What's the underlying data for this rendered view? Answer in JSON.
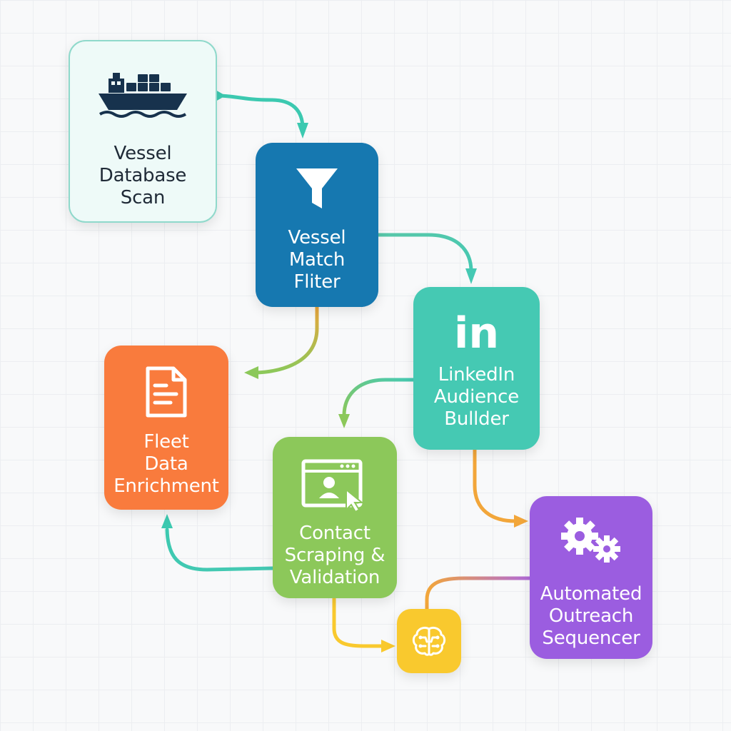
{
  "nodes": {
    "scan": {
      "label": "Vessel\nDatabase\nScan",
      "icon": "cargo-ship-icon",
      "color": "#eefaf8"
    },
    "filter": {
      "label": "Vessel\nMatch\nFliter",
      "icon": "funnel-icon",
      "color": "#1678b0"
    },
    "linkedin": {
      "label": "LinkedIn\nAudience\nBullder",
      "icon_text": "in",
      "icon": "linkedin-icon",
      "color": "#45c9b3"
    },
    "fleet": {
      "label": "Fleet\nData\nEnrichment",
      "icon": "document-icon",
      "color": "#f97b3d"
    },
    "contact": {
      "label": "Contact\nScraping &\nValidation",
      "icon": "browser-user-cursor-icon",
      "color": "#8cc85a"
    },
    "outreach": {
      "label": "Automated\nOutreach\nSequencer",
      "icon": "gears-icon",
      "color": "#9b5de0"
    },
    "ai": {
      "icon": "brain-circuit-icon",
      "color": "#f9c92e"
    }
  },
  "edges": [
    {
      "from": "Vessel Database Scan",
      "to": "Vessel Match Fliter"
    },
    {
      "from": "Vessel Match Fliter",
      "to": "LinkedIn Audience Bullder"
    },
    {
      "from": "Vessel Match Fliter",
      "to": "Fleet Data Enrichment"
    },
    {
      "from": "LinkedIn Audience Bullder",
      "to": "Contact Scraping & Validation"
    },
    {
      "from": "LinkedIn Audience Bullder",
      "to": "Automated Outreach Sequencer"
    },
    {
      "from": "Contact Scraping & Validation",
      "to": "Fleet Data Enrichment"
    },
    {
      "from": "Contact Scraping & Validation",
      "to": "AI module"
    },
    {
      "from": "AI module",
      "to": "Automated Outreach Sequencer"
    }
  ]
}
